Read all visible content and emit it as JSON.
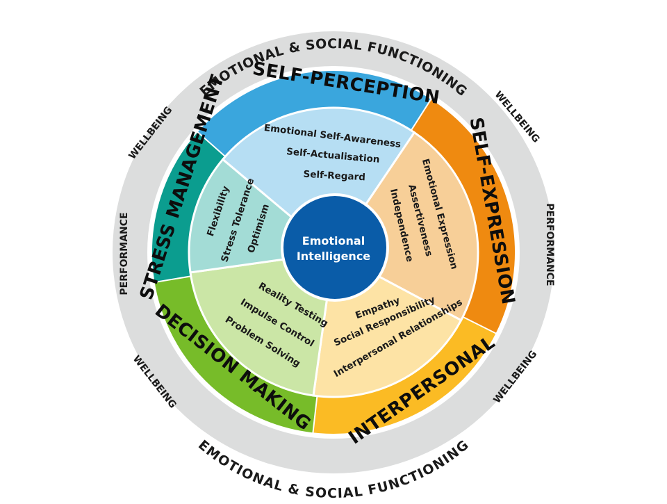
{
  "center": {
    "line1": "Emotional",
    "line2": "Intelligence"
  },
  "outer_ring": {
    "top": "EMOTIONAL & SOCIAL FUNCTIONING",
    "bottom": "EMOTIONAL & SOCIAL FUNCTIONING",
    "performance_left": "PERFORMANCE",
    "performance_right": "PERFORMANCE",
    "wellbeing_top_left": "WELLBEING",
    "wellbeing_top_right": "WELLBEING",
    "wellbeing_bottom_left": "WELLBEING",
    "wellbeing_bottom_right": "WELLBEING"
  },
  "composites": [
    {
      "name": "SELF-PERCEPTION",
      "color": "#3aa6dd",
      "light": "#b6def3",
      "items": [
        "Emotional Self-Awareness",
        "Self-Actualisation",
        "Self-Regard"
      ]
    },
    {
      "name": "SELF-EXPRESSION",
      "color": "#ef8a10",
      "light": "#f7cf98",
      "items": [
        "Emotional Expression",
        "Assertiveness",
        "Independence"
      ]
    },
    {
      "name": "INTERPERSONAL",
      "color": "#fbbb24",
      "light": "#fde3a5",
      "items": [
        "Empathy",
        "Social Responsibility",
        "Interpersonal Relationships"
      ]
    },
    {
      "name": "DECISION MAKING",
      "color": "#77bc29",
      "light": "#cbe6a6",
      "items": [
        "Reality Testing",
        "Impulse Control",
        "Problem Solving"
      ]
    },
    {
      "name": "STRESS MANAGEMENT",
      "color": "#0b9d8f",
      "light": "#a3dcd6",
      "items": [
        "Flexibility",
        "Stress Tolerance",
        "Optimism"
      ]
    }
  ],
  "colors": {
    "outer_ring": "#dcdddd",
    "center_fill": "#0a5ca8",
    "center_border": "#ffffff"
  }
}
